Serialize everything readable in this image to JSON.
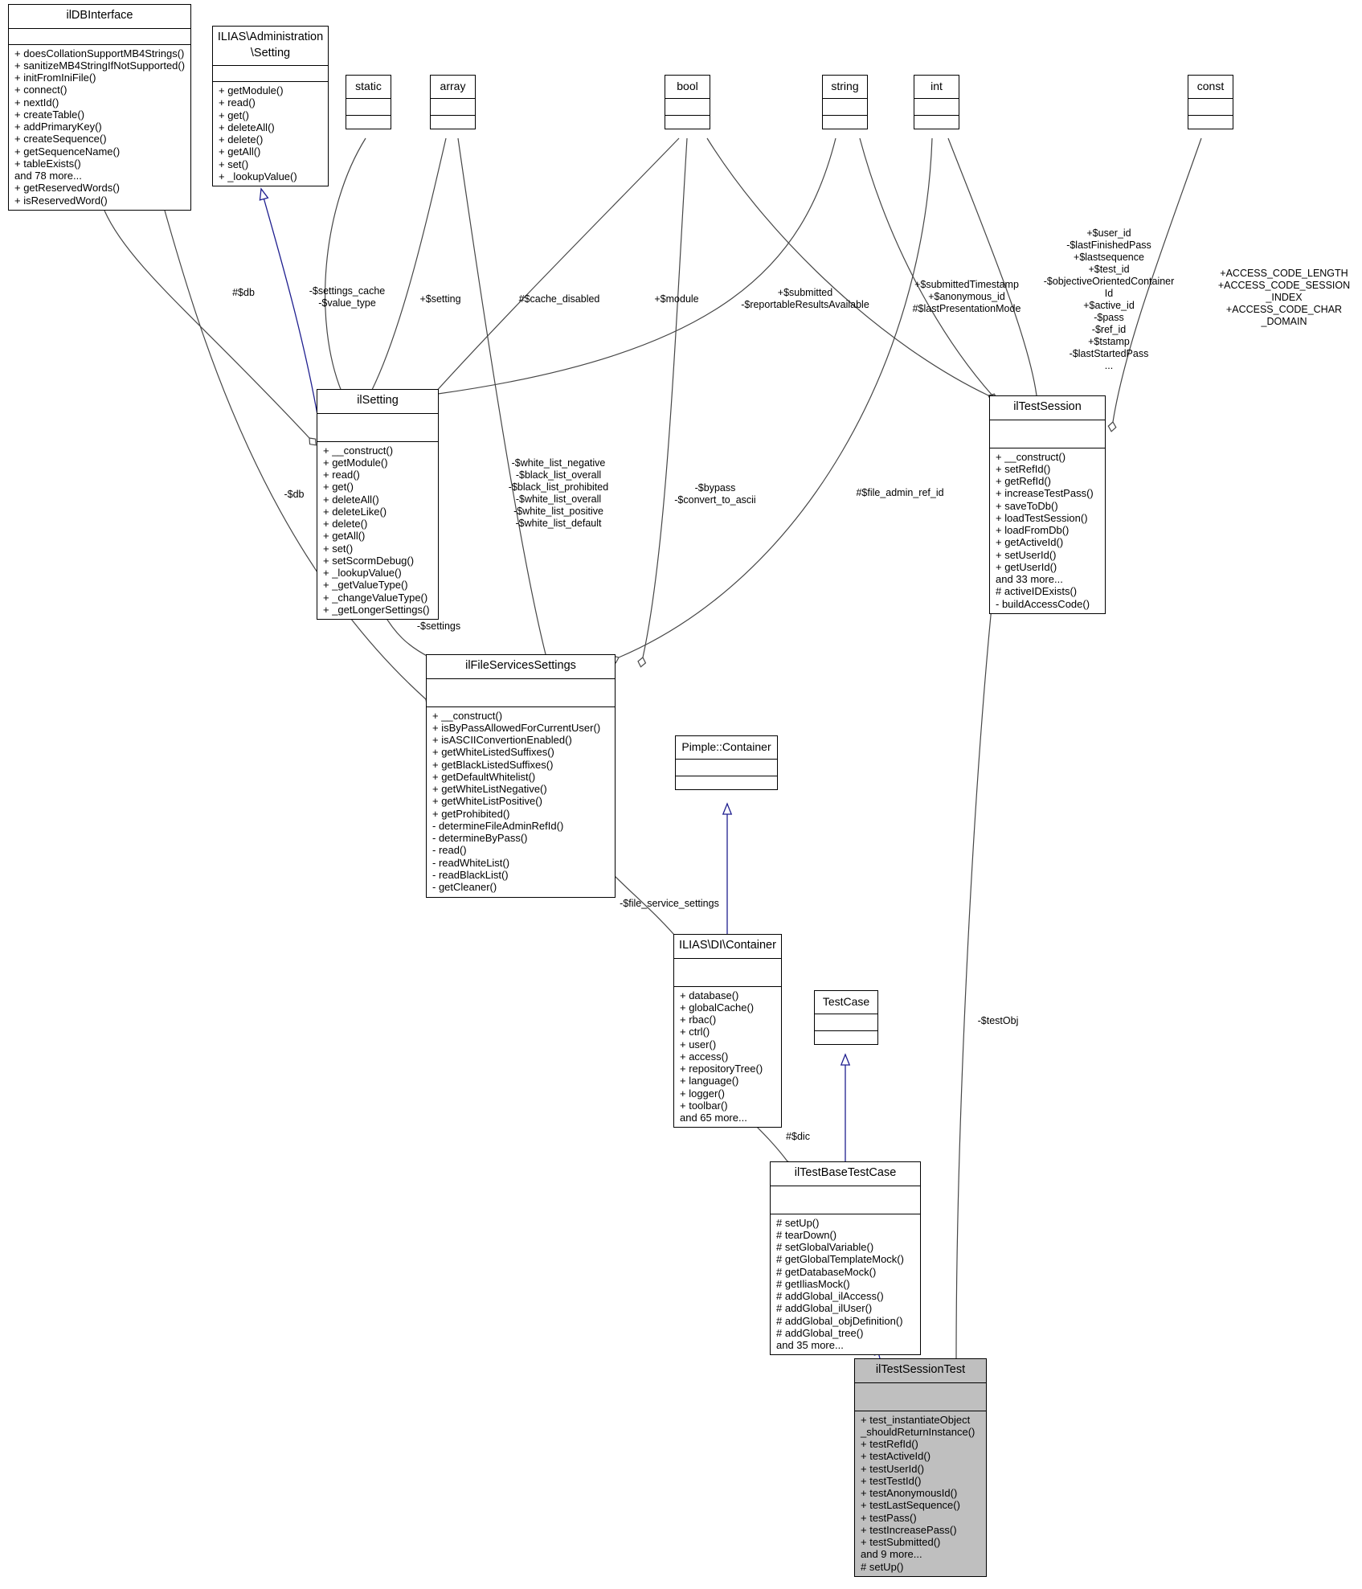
{
  "diagram": {
    "kind": "uml-collaboration-diagram",
    "colors": {
      "edge": "#464646",
      "inheritance_edge": "#1f1f8f",
      "node_border": "#000000",
      "node_fill": "#ffffff",
      "highlight_fill": "#bfbfbf"
    }
  },
  "nodes": [
    {
      "id": "ilDBInterface",
      "title": "ilDBInterface",
      "attributes": [],
      "methods": [
        "+ doesCollationSupportMB4Strings()",
        "+ sanitizeMB4StringIfNotSupported()",
        "+ initFromIniFile()",
        "+ connect()",
        "+ nextId()",
        "+ createTable()",
        "+ addPrimaryKey()",
        "+ createSequence()",
        "+ getSequenceName()",
        "+ tableExists()",
        "and 78 more...",
        "+ getReservedWords()",
        "+ isReservedWord()"
      ]
    },
    {
      "id": "ILIASAdministrationSetting",
      "title": "ILIAS\\Administration\n\\Setting",
      "attributes": [],
      "methods": [
        "+ getModule()",
        "+ read()",
        "+ get()",
        "+ deleteAll()",
        "+ delete()",
        "+ getAll()",
        "+ set()",
        "+ _lookupValue()"
      ]
    },
    {
      "id": "static",
      "title": "static",
      "attributes": [],
      "methods": []
    },
    {
      "id": "array",
      "title": "array",
      "attributes": [],
      "methods": []
    },
    {
      "id": "bool",
      "title": "bool",
      "attributes": [],
      "methods": []
    },
    {
      "id": "string",
      "title": "string",
      "attributes": [],
      "methods": []
    },
    {
      "id": "int",
      "title": "int",
      "attributes": [],
      "methods": []
    },
    {
      "id": "const",
      "title": "const",
      "attributes": [],
      "methods": []
    },
    {
      "id": "ilSetting",
      "title": "ilSetting",
      "attributes": [],
      "methods": [
        "+ __construct()",
        "+ getModule()",
        "+ read()",
        "+ get()",
        "+ deleteAll()",
        "+ deleteLike()",
        "+ delete()",
        "+ getAll()",
        "+ set()",
        "+ setScormDebug()",
        "+ _lookupValue()",
        "+ _getValueType()",
        "+ _changeValueType()",
        "+ _getLongerSettings()"
      ]
    },
    {
      "id": "ilTestSession",
      "title": "ilTestSession",
      "attributes": [],
      "methods": [
        "+ __construct()",
        "+ setRefId()",
        "+ getRefId()",
        "+ increaseTestPass()",
        "+ saveToDb()",
        "+ loadTestSession()",
        "+ loadFromDb()",
        "+ getActiveId()",
        "+ setUserId()",
        "+ getUserId()",
        "and 33 more...",
        "# activeIDExists()",
        "- buildAccessCode()"
      ]
    },
    {
      "id": "ilFileServicesSettings",
      "title": "ilFileServicesSettings",
      "attributes": [],
      "methods": [
        "+ __construct()",
        "+ isByPassAllowedForCurrentUser()",
        "+ isASCIIConvertionEnabled()",
        "+ getWhiteListedSuffixes()",
        "+ getBlackListedSuffixes()",
        "+ getDefaultWhitelist()",
        "+ getWhiteListNegative()",
        "+ getWhiteListPositive()",
        "+ getProhibited()",
        "- determineFileAdminRefId()",
        "- determineByPass()",
        "- read()",
        "- readWhiteList()",
        "- readBlackList()",
        "- getCleaner()"
      ]
    },
    {
      "id": "PimpleContainer",
      "title": "Pimple::Container",
      "attributes": [],
      "methods": []
    },
    {
      "id": "ILIASDIContainer",
      "title": "ILIAS\\DI\\Container",
      "attributes": [],
      "methods": [
        "+ database()",
        "+ globalCache()",
        "+ rbac()",
        "+ ctrl()",
        "+ user()",
        "+ access()",
        "+ repositoryTree()",
        "+ language()",
        "+ logger()",
        "+ toolbar()",
        "and 65 more..."
      ]
    },
    {
      "id": "TestCase",
      "title": "TestCase",
      "attributes": [],
      "methods": []
    },
    {
      "id": "ilTestBaseTestCase",
      "title": "ilTestBaseTestCase",
      "attributes": [],
      "methods": [
        "# setUp()",
        "# tearDown()",
        "# setGlobalVariable()",
        "# getGlobalTemplateMock()",
        "# getDatabaseMock()",
        "# getIliasMock()",
        "# addGlobal_ilAccess()",
        "# addGlobal_ilUser()",
        "# addGlobal_objDefinition()",
        "# addGlobal_tree()",
        "and 35 more..."
      ]
    },
    {
      "id": "ilTestSessionTest",
      "title": "ilTestSessionTest",
      "highlighted": true,
      "attributes": [],
      "methods": [
        "+ test_instantiateObject",
        "_shouldReturnInstance()",
        "+ testRefId()",
        "+ testActiveId()",
        "+ testUserId()",
        "+ testTestId()",
        "+ testAnonymousId()",
        "+ testLastSequence()",
        "+ testPass()",
        "+ testIncreasePass()",
        "+ testSubmitted()",
        "and 9 more...",
        "# setUp()"
      ]
    }
  ],
  "edge_labels": [
    {
      "id": "db-ilsetting",
      "text": "#$db"
    },
    {
      "id": "settings-cache",
      "text": "-$settings_cache\n-$value_type"
    },
    {
      "id": "setting",
      "text": "+$setting"
    },
    {
      "id": "cache-disabled",
      "text": "#$cache_disabled"
    },
    {
      "id": "module",
      "text": "+$module"
    },
    {
      "id": "submitted",
      "text": "+$submitted\n-$reportableResultsAvailable"
    },
    {
      "id": "submitted-timestamp",
      "text": "+$submittedTimestamp\n+$anonymous_id\n#$lastPresentationMode"
    },
    {
      "id": "user-id-group",
      "text": "+$user_id\n-$lastFinishedPass\n+$lastsequence\n+$test_id\n-$objectiveOrientedContainer\nId\n+$active_id\n-$pass\n-$ref_id\n+$tstamp\n-$lastStartedPass\n..."
    },
    {
      "id": "access-code-consts",
      "text": "+ACCESS_CODE_LENGTH\n+ACCESS_CODE_SESSION\n_INDEX\n+ACCESS_CODE_CHAR\n_DOMAIN"
    },
    {
      "id": "db-fileservices",
      "text": "-$db"
    },
    {
      "id": "white-list-group",
      "text": "-$white_list_negative\n-$black_list_overall\n-$black_list_prohibited\n-$white_list_overall\n-$white_list_positive\n-$white_list_default"
    },
    {
      "id": "bypass",
      "text": "-$bypass\n-$convert_to_ascii"
    },
    {
      "id": "file-admin-ref-id",
      "text": "#$file_admin_ref_id"
    },
    {
      "id": "settings",
      "text": "-$settings"
    },
    {
      "id": "file-service-settings",
      "text": "-$file_service_settings"
    },
    {
      "id": "dic",
      "text": "#$dic"
    },
    {
      "id": "testobj",
      "text": "-$testObj"
    }
  ]
}
